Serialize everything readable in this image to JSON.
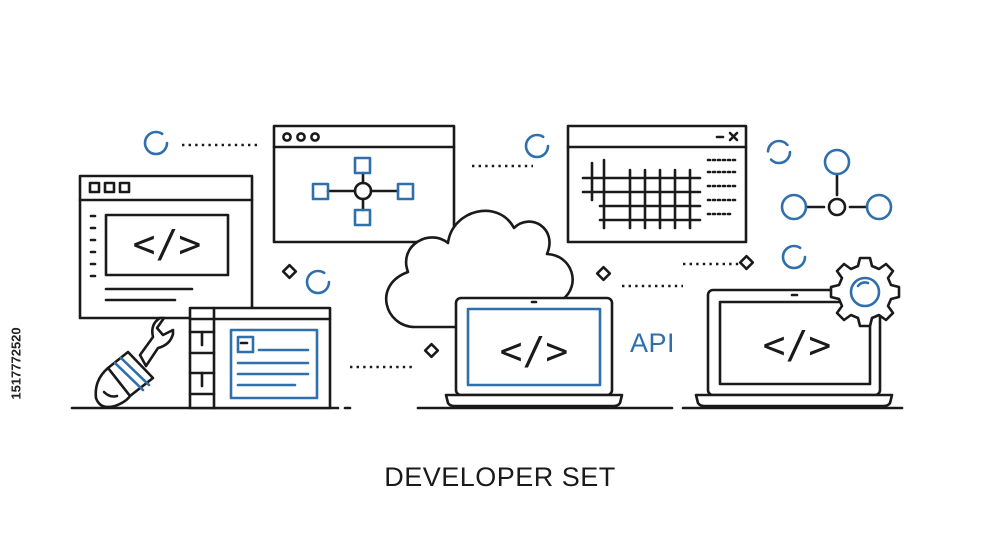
{
  "title": "DEVELOPER SET",
  "api_label": "API",
  "code_symbol": "</>",
  "side_id": "1517772520",
  "colors": {
    "line": "#1a1a1a",
    "accent": "#2f6fab",
    "background": "#ffffff"
  },
  "icons": [
    "browser-code-window-icon",
    "network-diagram-window-icon",
    "data-grid-window-icon",
    "cloud-icon",
    "laptop-code-icon",
    "laptop-gear-icon",
    "wrench-screwdriver-icon",
    "gear-icon",
    "molecule-nodes-icon"
  ]
}
